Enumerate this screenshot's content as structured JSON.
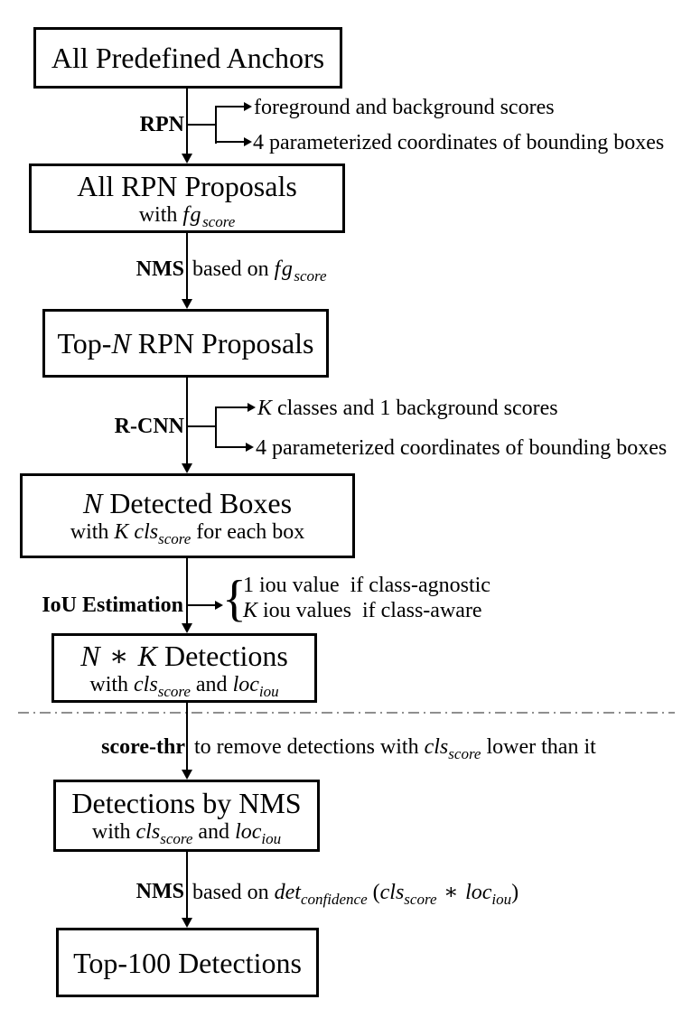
{
  "colors": {
    "ink": "#000000",
    "divider": "#8f8f8f",
    "background": "#ffffff"
  },
  "nodes": {
    "anchors": {
      "title": "All Predefined Anchors"
    },
    "rpn_proposals": {
      "title": "All RPN Proposals",
      "sub_with": "with ",
      "sub_math": "fg",
      "sub_script": "score"
    },
    "topn_proposals": {
      "t0": "Top-",
      "t1": "N",
      "t2": " RPN Proposals"
    },
    "detected_boxes": {
      "t0": "N",
      "t1": " Detected Boxes",
      "s0": "with ",
      "s1": "K",
      "s2": " ",
      "s3": "cls",
      "s4": "score",
      "s5": " for each box"
    },
    "nk_detections": {
      "t0": "N",
      "t1": " ∗ ",
      "t2": "K",
      "t3": " Detections",
      "s0": "with ",
      "s1": "cls",
      "s2": "score",
      "s3": " and ",
      "s4": "loc",
      "s5": "iou"
    },
    "nms_detections": {
      "title": "Detections by NMS",
      "s0": "with ",
      "s1": "cls",
      "s2": "score",
      "s3": " and ",
      "s4": "loc",
      "s5": "iou"
    },
    "top100": {
      "title": "Top-100 Detections"
    }
  },
  "edges": {
    "rpn": {
      "label": "RPN",
      "out_top": "foreground and background scores",
      "out_bottom": "4 parameterized coordinates of bounding boxes"
    },
    "nms_fg": {
      "label": "NMS",
      "t0": "based on ",
      "math": "fg",
      "script": "score"
    },
    "rcnn": {
      "label": "R-CNN",
      "out_top_var": "K",
      "out_top": " classes and 1 background scores",
      "out_bottom": "4 parameterized coordinates of bounding boxes"
    },
    "iou": {
      "label": "IoU Estimation",
      "brace": "{",
      "case_top": "1 iou value  if class-agnostic",
      "case_bottom_var": "K",
      "case_bottom": " iou values  if class-aware"
    },
    "score_thr": {
      "label": "score-thr",
      "t0": "to remove detections with ",
      "math": "cls",
      "script": "score",
      "t1": " lower than it"
    },
    "nms_det": {
      "label": "NMS",
      "t0": "based on ",
      "m0": "det",
      "sc0": "confidence",
      "t1": " (",
      "m1": "cls",
      "sc1": "score",
      "t2": " ∗ ",
      "m2": "loc",
      "sc2": "iou",
      "t3": ")"
    }
  }
}
